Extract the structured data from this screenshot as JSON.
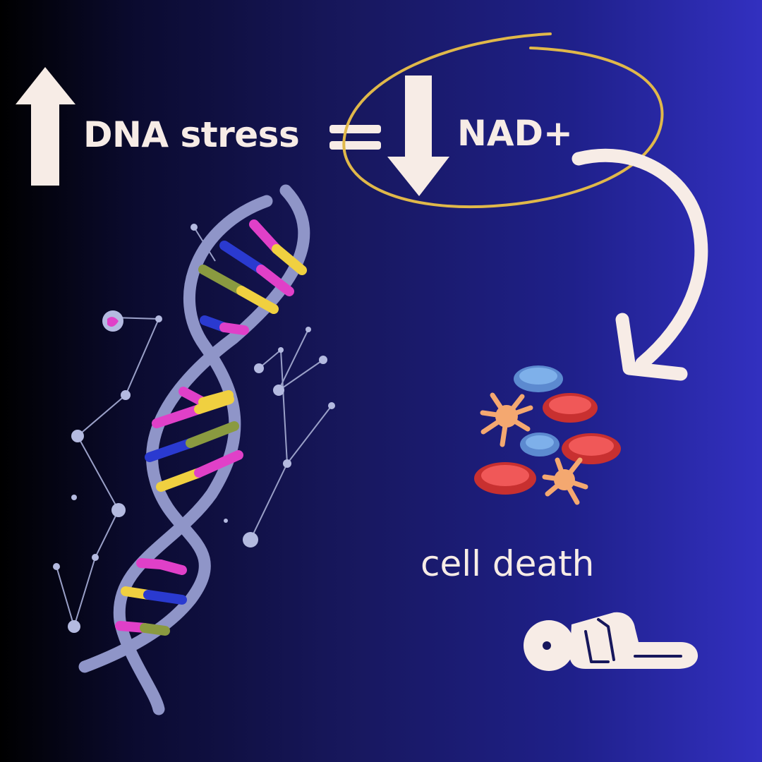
{
  "labels": {
    "dna_stress": "DNA stress",
    "nad": "NAD+",
    "cell_death": "cell death"
  },
  "colors": {
    "text": "#f7ece6",
    "highlight_ellipse": "#e0b84a",
    "dna_backbone": "#8f95c8",
    "rung_magenta": "#e040c8",
    "rung_blue": "#2a3ad0",
    "rung_yellow": "#f0d040",
    "rung_olive": "#8a9a40",
    "red_cell": "#e84848",
    "blue_cell": "#6aa0e0",
    "dead_cell": "#f4a870"
  },
  "icons": {
    "up_arrow": "up-arrow-icon",
    "down_arrow": "down-arrow-icon",
    "equals": "equals-sign-icon",
    "curved_arrow": "curved-arrow-icon",
    "dna": "dna-helix-icon",
    "cells": "blood-cells-icon",
    "person": "lying-person-icon"
  }
}
